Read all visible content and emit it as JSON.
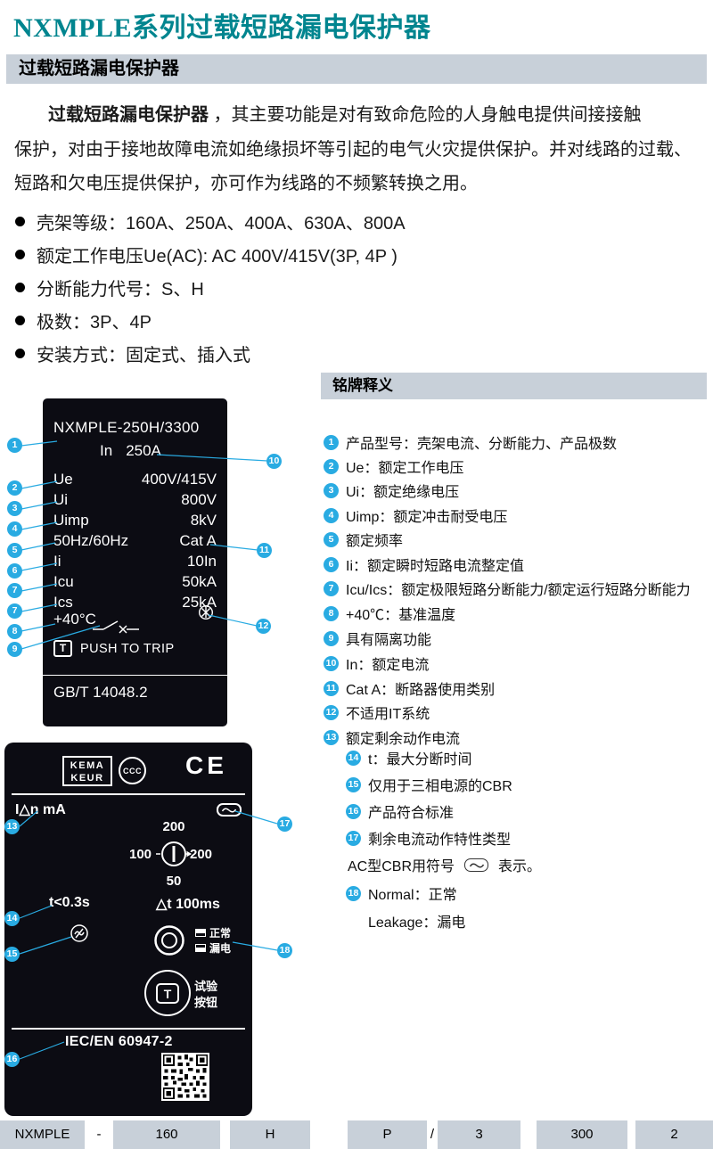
{
  "page_title": "NXMPLE系列过载短路漏电保护器",
  "section_header": "过载短路漏电保护器",
  "intro_lines": [
    {
      "bold": "过载短路漏电保护器",
      "rest": " ，其主要功能是对有致命危险的人身触电提供间接接触"
    },
    {
      "rest": "保护，对由于接地故障电流如绝缘损坏等引起的电气火灾提供保护。并对线路的过载、"
    },
    {
      "rest": "短路和欠电压提供保护，亦可作为线路的不频繁转换之用。"
    }
  ],
  "bullets": [
    "壳架等级：160A、250A、400A、630A、800A",
    "额定工作电压Ue(AC): AC 400V/415V(3P, 4P )",
    "分断能力代号：S、H",
    "极数：3P、4P",
    "安装方式：固定式、插入式"
  ],
  "nameplate1": {
    "model": "NXMPLE-250H/3300",
    "in_label": "In",
    "in_value": "250A",
    "rows": [
      {
        "label": "Ue",
        "value": "400V/415V"
      },
      {
        "label": "Ui",
        "value": "800V"
      },
      {
        "label": "Uimp",
        "value": "8kV"
      },
      {
        "label": "50Hz/60Hz",
        "value": "Cat A"
      },
      {
        "label": "Ii",
        "value": "10In"
      },
      {
        "label": "Icu",
        "value": "50kA"
      },
      {
        "label": "Ics",
        "value": "25kA"
      }
    ],
    "temp": "+40°C",
    "trip_letter": "T",
    "push_to_trip": "PUSH TO TRIP",
    "standard": "GB/T 14048.2"
  },
  "nameplate2": {
    "kema_line1": "KEMA",
    "kema_line2": "KEUR",
    "ccc": "CCC",
    "ce": "CE",
    "idn_label": "I△n mA",
    "dial_top": "200",
    "dial_left": "100",
    "dial_right": "200",
    "dial_bottom": "50",
    "trip_time": "t<0.3s",
    "delta_t": "△t 100ms",
    "normal_label": "正常",
    "leak_label": "漏电",
    "test_letter": "T",
    "test_line1": "试验",
    "test_line2": "按钮",
    "standard": "IEC/EN 60947-2"
  },
  "legend": {
    "header": "铭牌释义",
    "items": [
      {
        "num": "1",
        "text": "产品型号：壳架电流、分断能力、产品极数"
      },
      {
        "num": "2",
        "text": "Ue：额定工作电压"
      },
      {
        "num": "3",
        "text": "Ui：额定绝缘电压"
      },
      {
        "num": "4",
        "text": "Uimp：额定冲击耐受电压"
      },
      {
        "num": "5",
        "text": "额定频率"
      },
      {
        "num": "6",
        "text": "Ii：额定瞬时短路电流整定值"
      },
      {
        "num": "7",
        "text": "Icu/Ics：额定极限短路分断能力/额定运行短路分断能力"
      },
      {
        "num": "8",
        "text": "+40℃：基准温度"
      },
      {
        "num": "9",
        "text": "具有隔离功能"
      },
      {
        "num": "10",
        "text": "In：额定电流"
      },
      {
        "num": "11",
        "text": "Cat A：断路器使用类别"
      },
      {
        "num": "12",
        "text": "不适用IT系统"
      },
      {
        "num": "13",
        "text": "额定剩余动作电流"
      },
      {
        "num": "14",
        "text": "t：最大分断时间"
      },
      {
        "num": "15",
        "text": "仅用于三相电源的CBR"
      },
      {
        "num": "16",
        "text": "产品符合标准"
      },
      {
        "num": "17",
        "text": "剩余电流动作特性类型",
        "line2_prefix": "AC型CBR用符号",
        "line2_suffix": "表示。"
      },
      {
        "num": "18",
        "text": "Normal：正常",
        "line2": "Leakage：漏电"
      }
    ]
  },
  "callouts": [
    "1",
    "2",
    "3",
    "4",
    "5",
    "6",
    "7",
    "7",
    "8",
    "9",
    "10",
    "11",
    "12",
    "13",
    "14",
    "15",
    "16",
    "17",
    "18"
  ],
  "model_code": [
    "NXMPLE",
    "-",
    "160",
    "",
    "H",
    "",
    "P",
    "/",
    "3",
    "",
    "300",
    "",
    "2"
  ],
  "colors": {
    "accent": "#29abe2",
    "title": "#00858f",
    "band": "#c8d0d9",
    "plate": "#0c0c13"
  }
}
